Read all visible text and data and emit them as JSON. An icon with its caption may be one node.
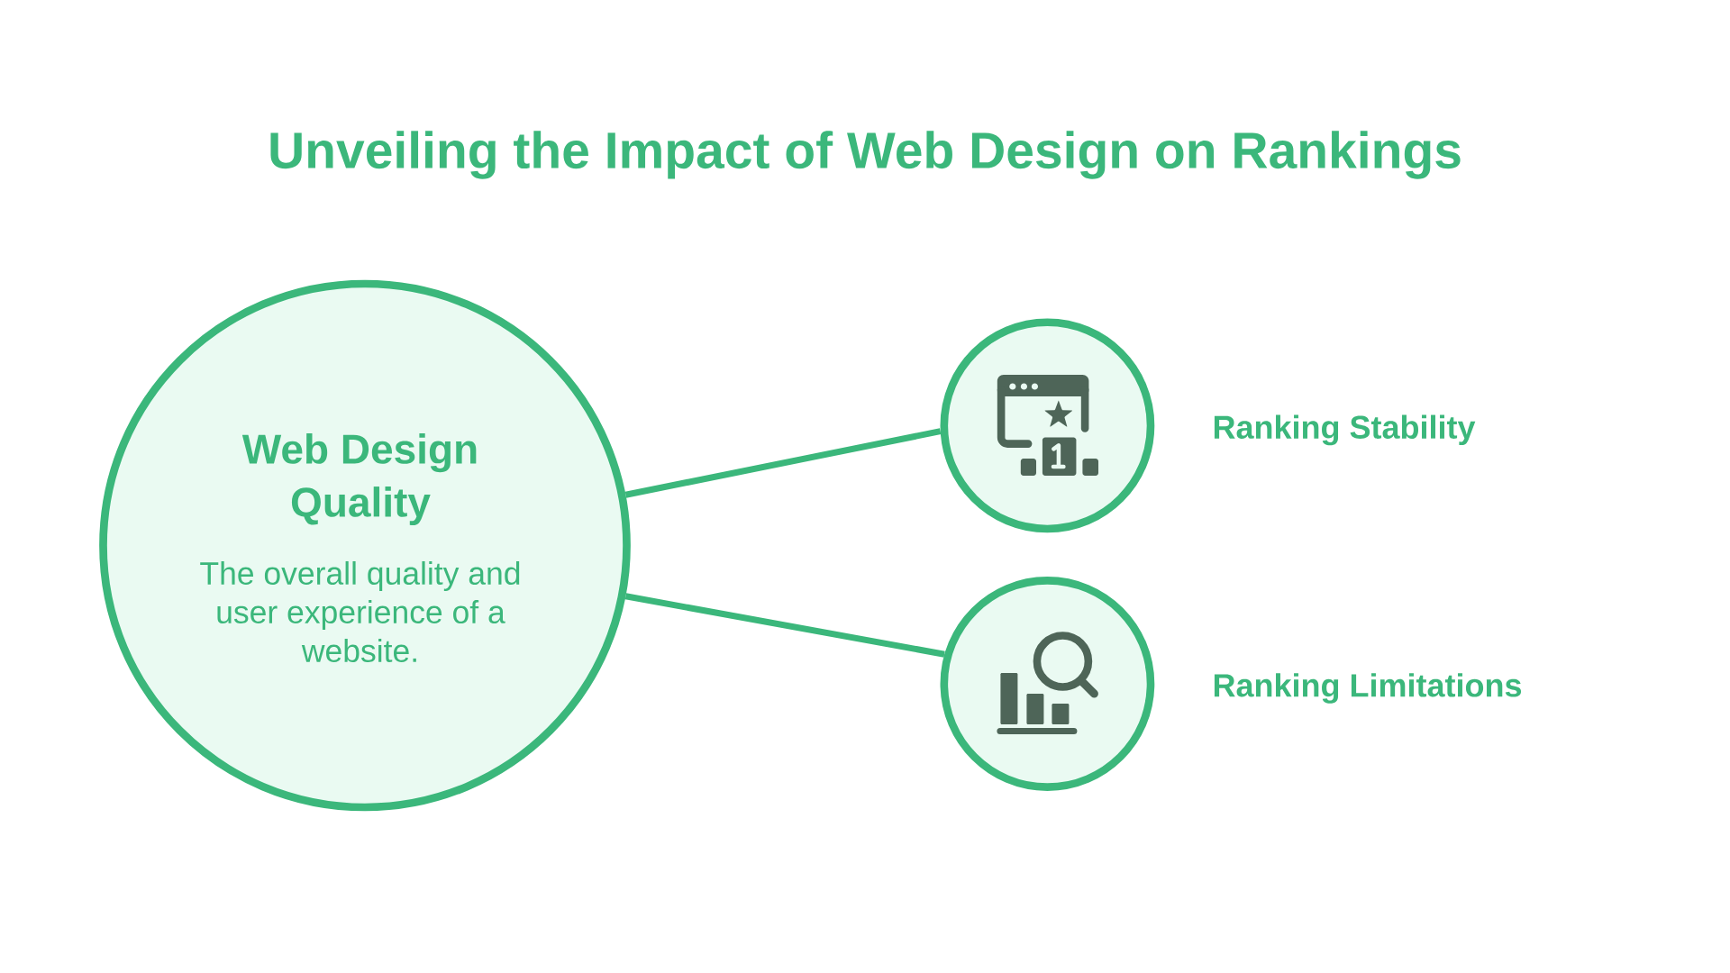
{
  "diagram": {
    "title": "Unveiling the Impact of Web Design on Rankings",
    "nodes": [
      {
        "text": [
          "Web Design Quality",
          "The overall quality and user experience of a website."
        ]
      },
      {
        "text": [],
        "shape": "circle",
        "beside": [
          "Ranking Stability"
        ]
      },
      {
        "text": [],
        "shape": "circle",
        "beside": [
          "Ranking Limitations"
        ]
      }
    ],
    "edges": [
      {
        "from": 0,
        "to": 1,
        "arrow": "none"
      },
      {
        "from": 0,
        "to": 2,
        "arrow": "none"
      }
    ]
  }
}
